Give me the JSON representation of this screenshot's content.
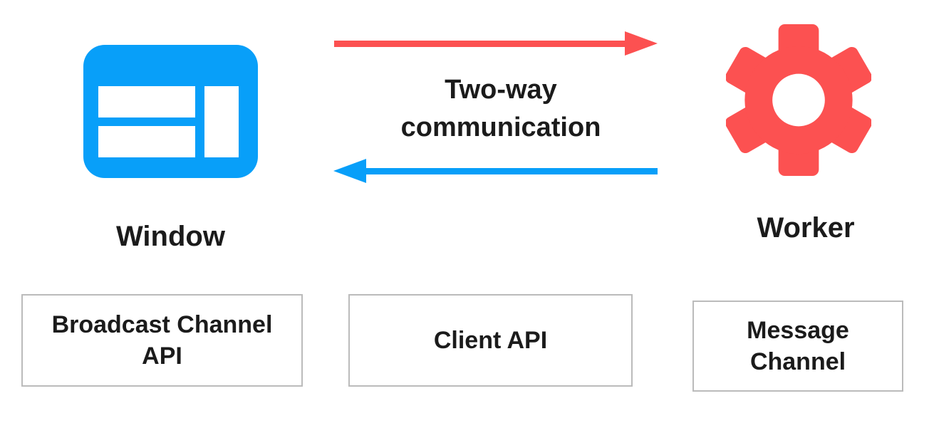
{
  "colors": {
    "blue": "#089FF9",
    "red": "#FC5151",
    "text": "#1B1B1B",
    "box_border": "#BBBBBB",
    "background": "#FFFFFF"
  },
  "diagram": {
    "center_label": "Two-way communication",
    "window": {
      "label": "Window",
      "icon": "browser-window-icon"
    },
    "worker": {
      "label": "Worker",
      "icon": "gear-icon"
    },
    "arrows": {
      "window_to_worker": {
        "direction": "right",
        "color": "#FC5151"
      },
      "worker_to_window": {
        "direction": "left",
        "color": "#089FF9"
      }
    },
    "api_boxes": [
      {
        "label": "Broadcast Channel API"
      },
      {
        "label": "Client API"
      },
      {
        "label": "Message Channel"
      }
    ]
  }
}
